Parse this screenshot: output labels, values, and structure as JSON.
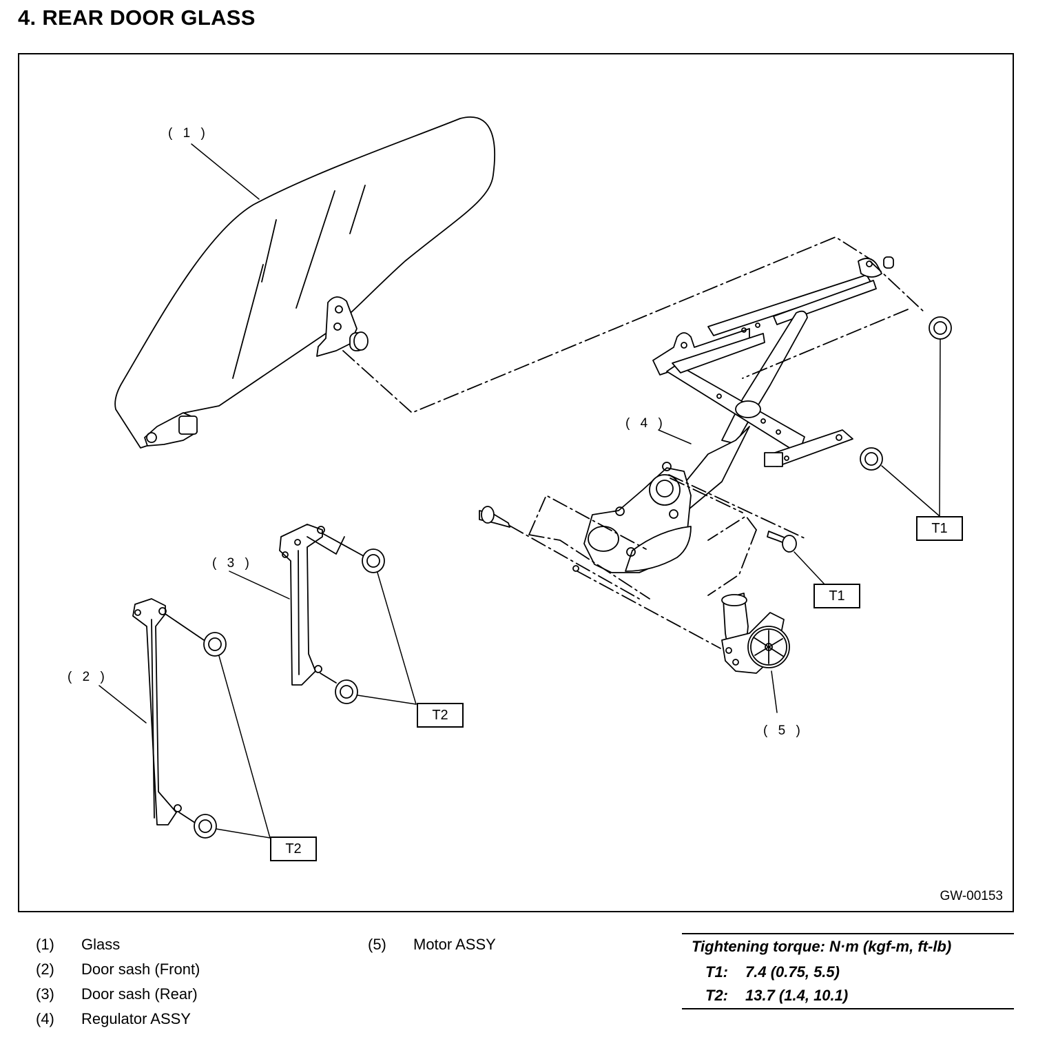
{
  "title": "4.  REAR DOOR GLASS",
  "figure": {
    "code": "GW-00153",
    "callouts": [
      "( 1 )",
      "( 2 )",
      "( 3 )",
      "( 4 )",
      "( 5 )"
    ],
    "torque_labels": [
      "T1",
      "T1",
      "T2",
      "T2"
    ]
  },
  "legend": {
    "items": [
      {
        "num": "(1)",
        "text": "Glass"
      },
      {
        "num": "(2)",
        "text": "Door sash (Front)"
      },
      {
        "num": "(3)",
        "text": "Door sash (Rear)"
      },
      {
        "num": "(4)",
        "text": "Regulator ASSY"
      },
      {
        "num": "(5)",
        "text": "Motor ASSY"
      }
    ]
  },
  "torque": {
    "header": "Tightening torque: N·m (kgf-m, ft-lb)",
    "rows": [
      {
        "key": "T1:",
        "value": "7.4 (0.75, 5.5)"
      },
      {
        "key": "T2:",
        "value": "13.7 (1.4, 10.1)"
      }
    ]
  }
}
